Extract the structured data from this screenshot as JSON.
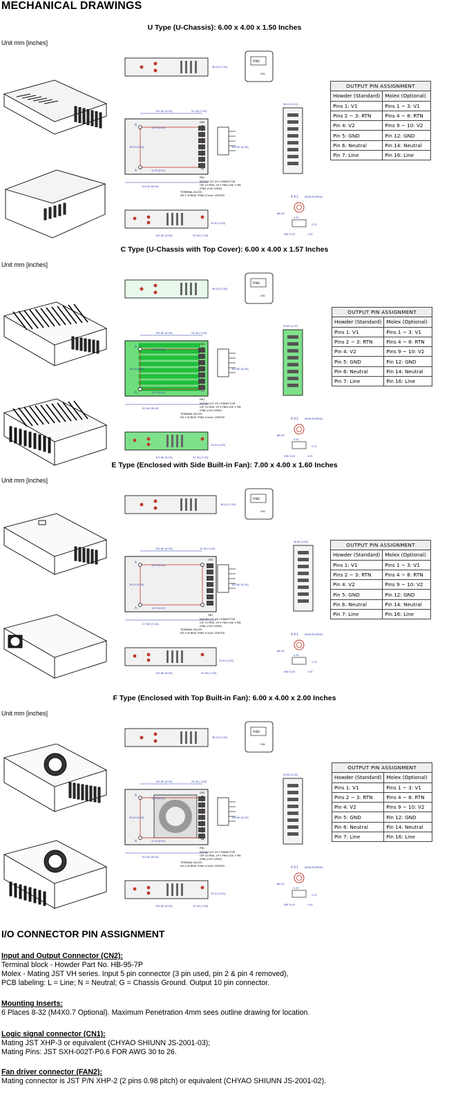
{
  "page_title": "MECHANICAL DRAWINGS",
  "sections": [
    {
      "title": "U Type (U-Chassis): 6.00 x 4.00 x 1.50 Inches",
      "unit": "Unit mm [inches]",
      "pin_table": {
        "header": "OUTPUT PIN ASSIGNMENT",
        "columns": [
          "Howder (Standard)",
          "Molex (Optional)"
        ],
        "rows": [
          [
            "Pins 1: V1",
            "Pins 1 ~ 3: V1"
          ],
          [
            "Pins 2 ~ 3: RTN",
            "Pins 4 ~ 8: RTN"
          ],
          [
            "Pin 4: V2",
            "Pins 9 ~ 10: V2"
          ],
          [
            "Pin 5: GND",
            "Pin 12: GND"
          ],
          [
            "Pin 6: Neutral",
            "Pin 14: Neutral"
          ],
          [
            "Pin 7: Line",
            "Pin 16: Line"
          ]
        ]
      }
    },
    {
      "title": "C Type (U-Chassis with Top Cover): 6.00 x 4.00 x 1.57 Inches",
      "unit": "Unit mm [inches]",
      "pin_table": {
        "header": "OUTPUT PIN ASSIGNMENT",
        "columns": [
          "Howder (Standard)",
          "Molex (Optional)"
        ],
        "rows": [
          [
            "Pins 1: V1",
            "Pins 1 ~ 3: V1"
          ],
          [
            "Pins 2 ~ 3: RTN",
            "Pins 4 ~ 8: RTN"
          ],
          [
            "Pin 4: V2",
            "Pins 9 ~ 10: V2"
          ],
          [
            "Pin 5: GND",
            "Pin 12: GND"
          ],
          [
            "Pin 6: Neutral",
            "Pin 14: Neutral"
          ],
          [
            "Pin 7: Line",
            "Pin 16: Line"
          ]
        ]
      }
    },
    {
      "title": "E Type (Enclosed with Side Built-in Fan): 7.00 x 4.00 x 1.60 Inches",
      "unit": "Unit mm [inches]",
      "pin_table": {
        "header": "OUTPUT PIN ASSIGNMENT",
        "columns": [
          "Howder (Standard)",
          "Molex (Optional)"
        ],
        "rows": [
          [
            "Pins 1: V1",
            "Pins 1 ~ 3: V1"
          ],
          [
            "Pins 2 ~ 3: RTN",
            "Pins 4 ~ 8: RTN"
          ],
          [
            "Pin 4: V2",
            "Pins 9 ~ 10: V2"
          ],
          [
            "Pin 5: GND",
            "Pin 12: GND"
          ],
          [
            "Pin 6: Neutral",
            "Pin 14: Neutral"
          ],
          [
            "Pin 7: Line",
            "Pin 16: Line"
          ]
        ]
      }
    },
    {
      "title": "F Type (Enclosed with Top Built-in Fan): 6.00 x 4.00 x 2.00 Inches",
      "unit": "Unit mm [inches]",
      "pin_table": {
        "header": "OUTPUT PIN ASSIGNMENT",
        "columns": [
          "Howder (Standard)",
          "Molex (Optional)"
        ],
        "rows": [
          [
            "Pins 1: V1",
            "Pins 1 ~ 3: V1"
          ],
          [
            "Pins 2 ~ 3: RTN",
            "Pins 4 ~ 8: RTN"
          ],
          [
            "Pin 4: V2",
            "Pins 9 ~ 10: V2"
          ],
          [
            "Pin 5: GND",
            "Pin 12: GND"
          ],
          [
            "Pin 6: Neutral",
            "Pin 14: Neutral"
          ],
          [
            "Pin 7: Line",
            "Pin 16: Line"
          ]
        ]
      }
    }
  ],
  "drawing_labels": {
    "fan": "FAN2",
    "cn1": "CN1",
    "cn2": "CN2",
    "pin1": "PIN1",
    "mating_1": "MATING JST VH CONNECTOR",
    "mating_2": "O/P 10 PINS, I/P 5 PINS USE 3 PIN",
    "mating_3": "(PIN2,4 NO USED)",
    "terminal_1": "TERMINAL BLOCK",
    "terminal_2": "M3.5 SCREW 7PINS 9.5mm CENTER",
    "detail": "A 4:1",
    "plated": "(NON-PLATED)",
    "unc": "UNC 8-32",
    "dia": "ø6.20",
    "d_101": "101.60 [4.00]",
    "d_152": "152.40 [6.00]",
    "d_177": "177.80 [7.00]",
    "d_76": "76.20 [3.00]",
    "d_12": "12.70 [0.50]",
    "d_254": "25.40 [1.00]",
    "d_381": "38.10 [1.50]",
    "d_398": "39.80 [1.57]",
    "d_406": "40.64 [1.60]",
    "d_508": "50.80 [2.00]",
    "d_520": "5.20",
    "d_270": "2.70",
    "d_100": "1.00",
    "mark_a": "A"
  },
  "io": {
    "title": "I/O CONNECTOR PIN ASSIGNMENT",
    "groups": [
      {
        "heading": "Input and Output Connector (CN2):",
        "lines": [
          "Terminal block - Howder Part No. HB-95-7P",
          "Molex - Mating JST VH series. Input 5 pin connector (3 pin used, pin 2 & pin 4 removed),",
          "PCB labeling: L = Line; N = Neutral; G = Chassis Ground. Output 10 pin connector."
        ]
      },
      {
        "heading": "Mounting Inserts:",
        "lines": [
          "6 Places 8-32 (M4X0.7 Optional). Maximum Penetration 4mm sees outline drawing for location."
        ]
      },
      {
        "heading": "Logic signal connector (CN1):",
        "lines": [
          "Mating JST XHP-3 or equivalent (CHYAO SHIUNN JS-2001-03);",
          "Mating Pins: JST SXH-002T-P0.6 FOR AWG 30 to 26."
        ]
      },
      {
        "heading": "Fan driver connector (FAN2):",
        "lines": [
          "Mating connector is  JST P/N XHP-2 (2 pins 0.98 pitch) or equivalent (CHYAO SHIUNN  JS-2001-02)."
        ]
      }
    ]
  },
  "colors": {
    "outline": "#000000",
    "dimension": "#1f2fa8",
    "hole": "#c0392b",
    "pcb": "#1fc43c",
    "table_border": "#444444"
  }
}
